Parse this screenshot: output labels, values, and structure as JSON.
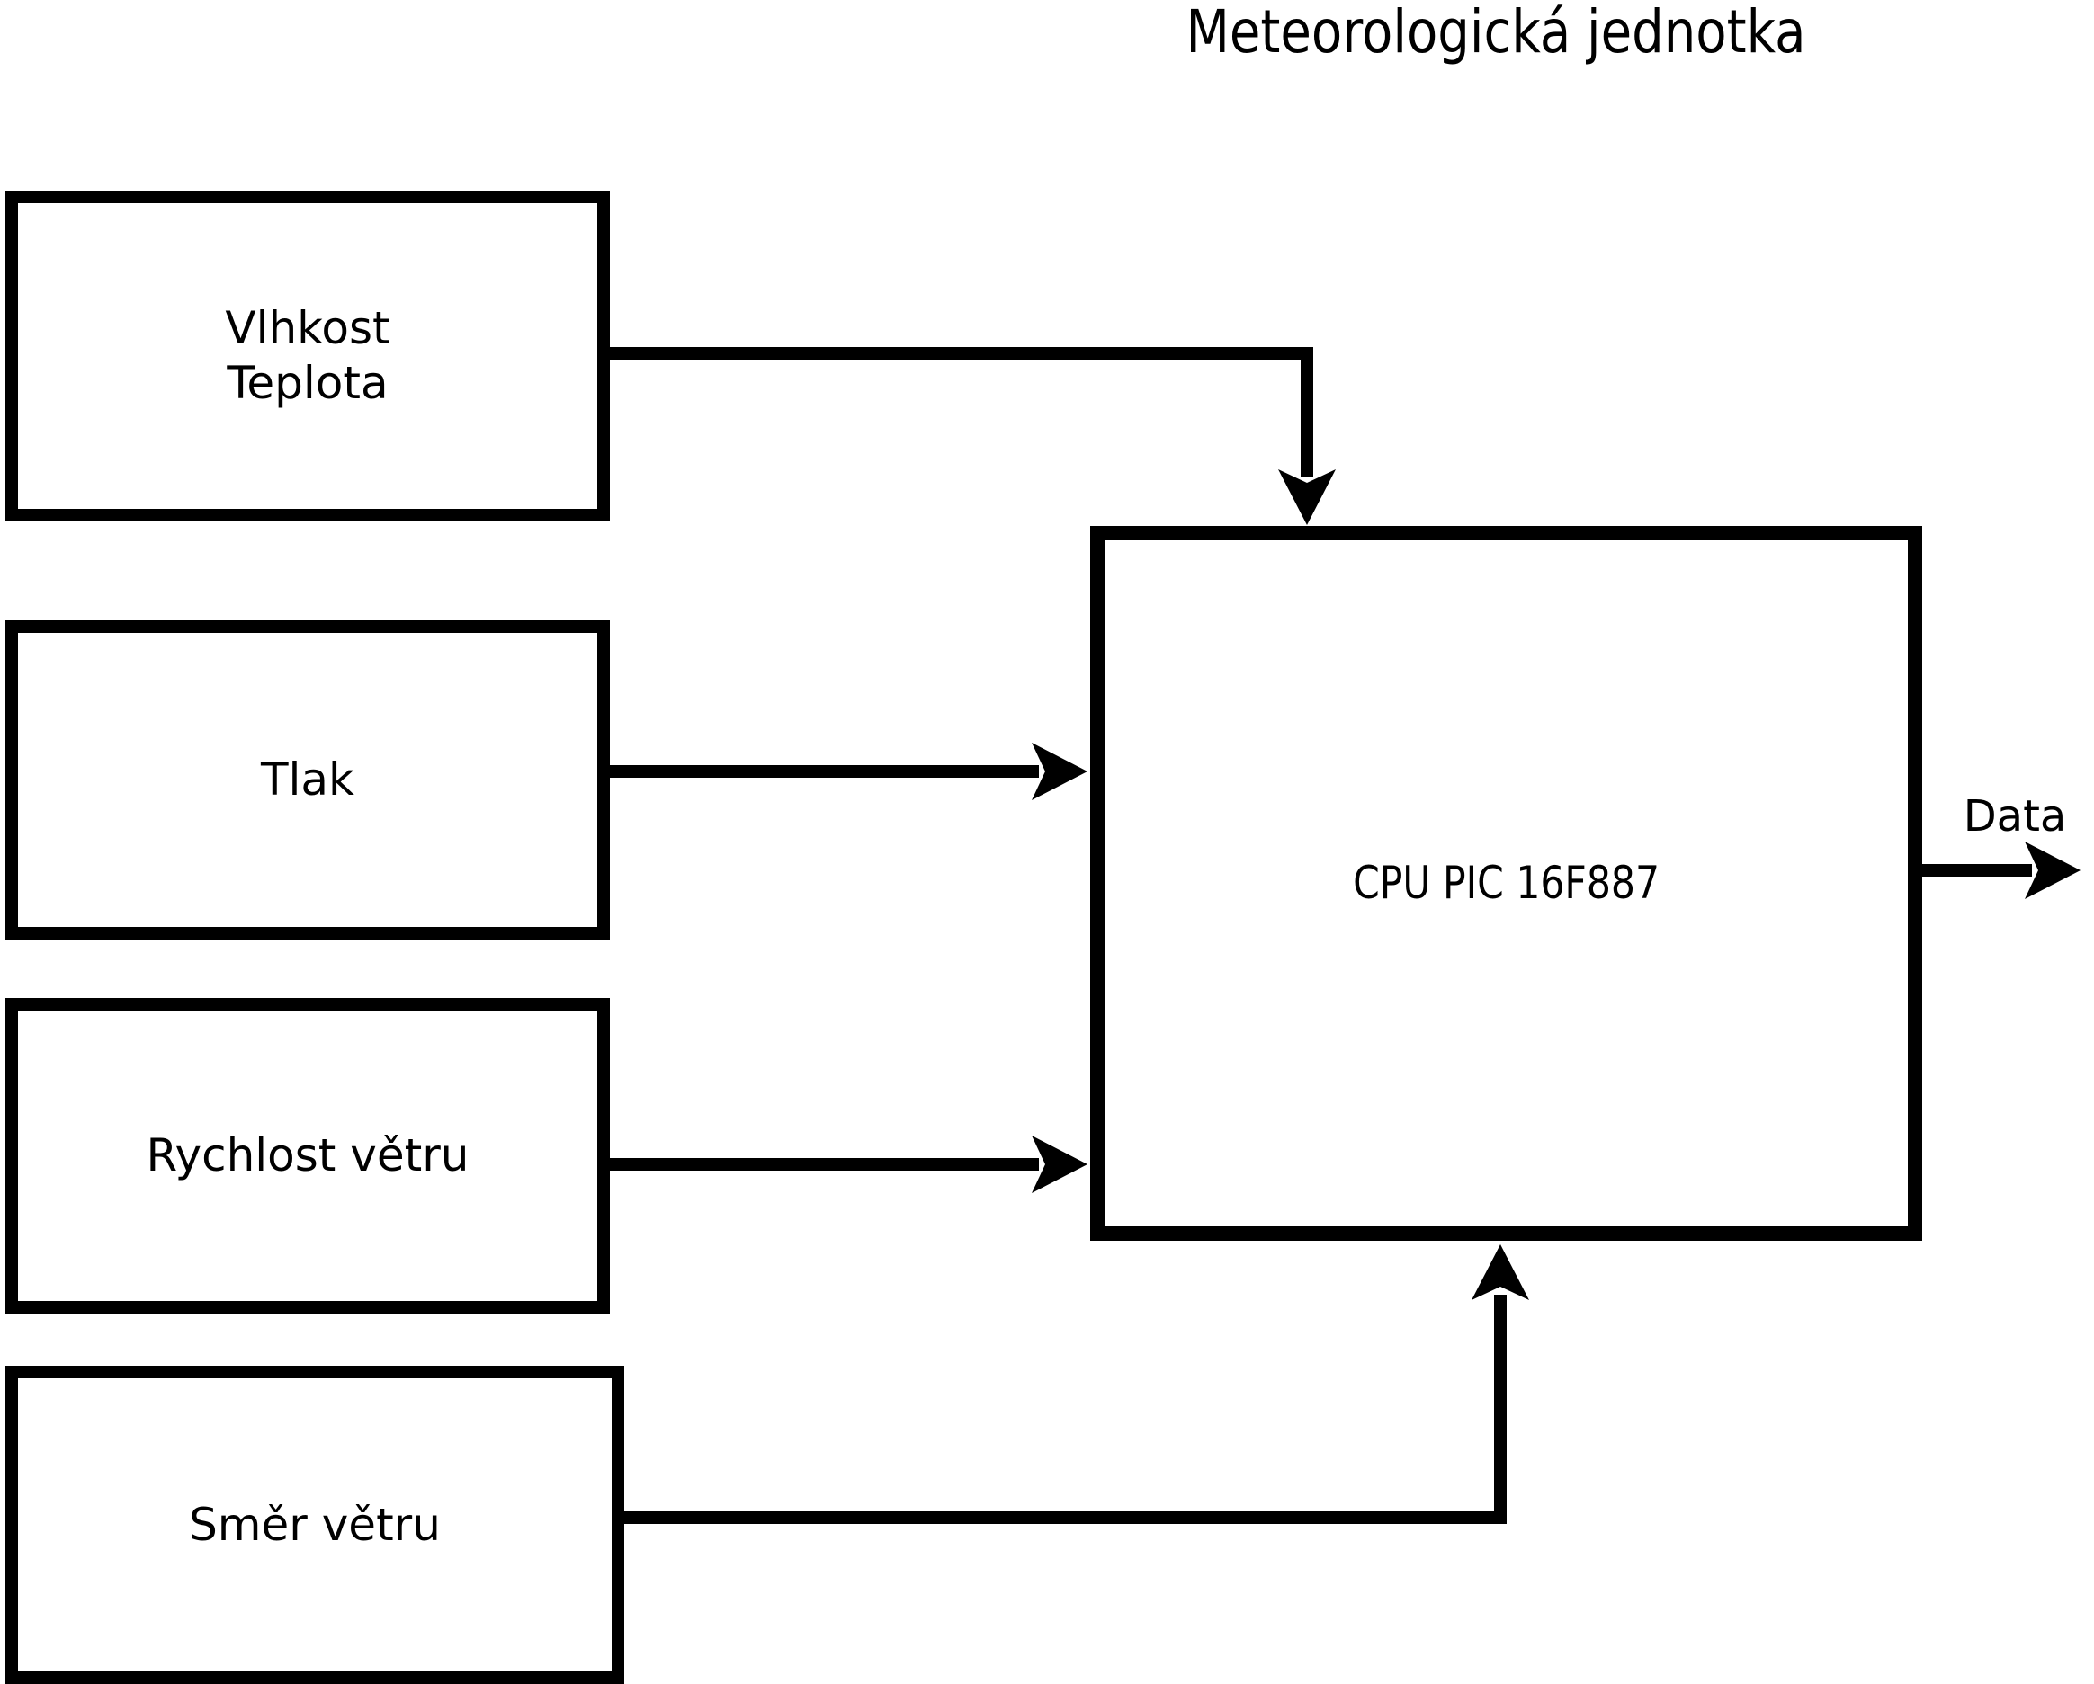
{
  "title": "Meteorologická jednotka",
  "colors": {
    "ink": "#000000",
    "background": "#ffffff"
  },
  "sensors": [
    {
      "id": "vlhkost-teplota",
      "lines": [
        "Vlhkost",
        "Teplota"
      ]
    },
    {
      "id": "tlak",
      "label": "Tlak"
    },
    {
      "id": "rychlost-vetru",
      "label": "Rychlost větru"
    },
    {
      "id": "smer-vetru",
      "label": "Směr větru"
    }
  ],
  "cpu": {
    "label": "CPU PIC 16F887"
  },
  "output": {
    "label": "Data"
  }
}
